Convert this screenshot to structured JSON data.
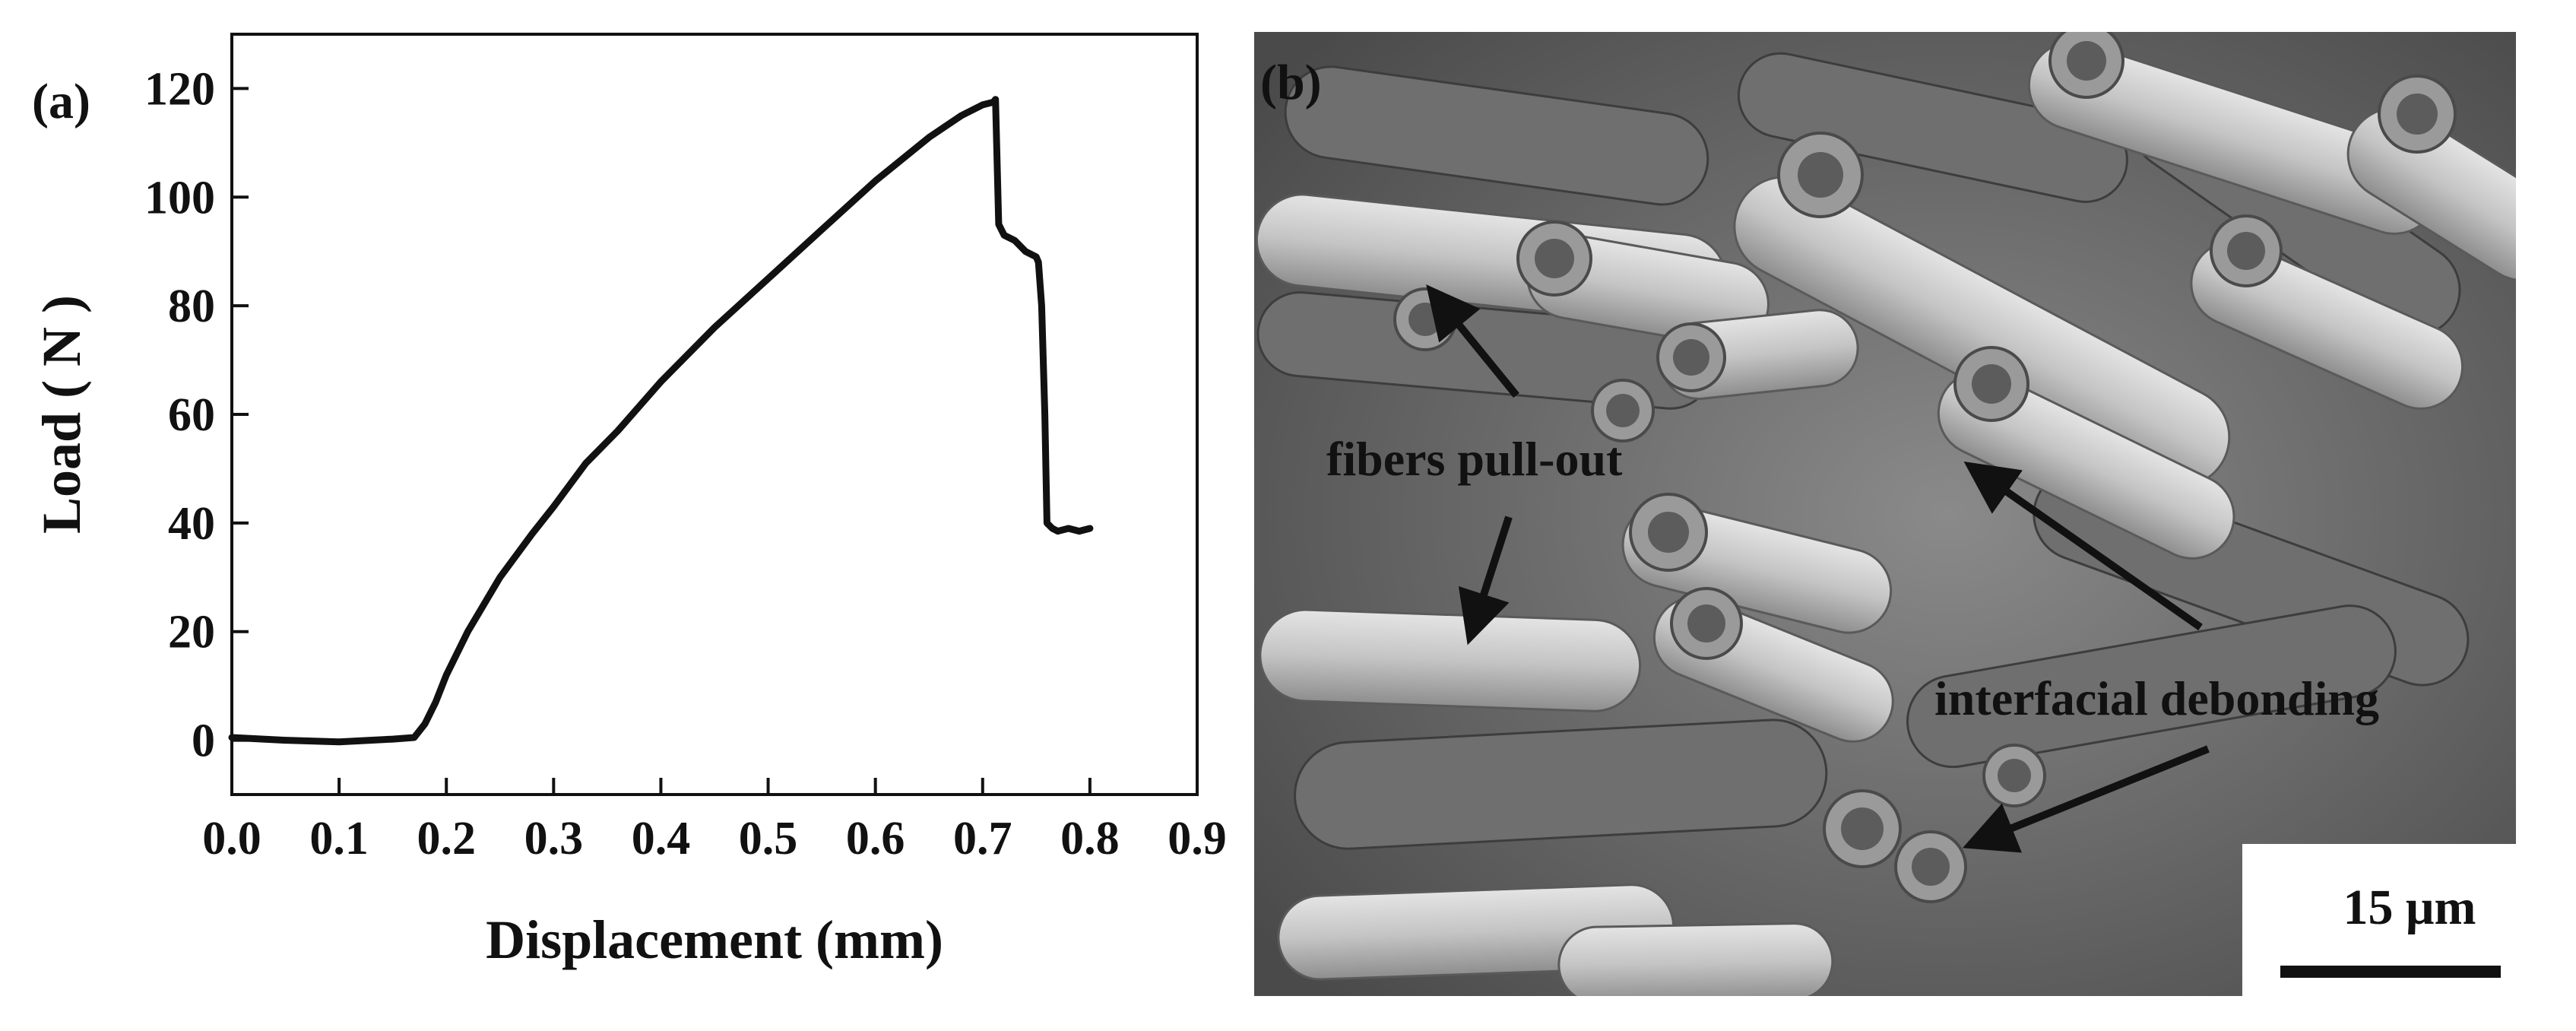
{
  "panel_a": {
    "label": "(a)",
    "chart_data": {
      "type": "line",
      "xlabel": "Displacement (mm)",
      "ylabel": "Load ( N )",
      "xlim": [
        0.0,
        0.9
      ],
      "ylim": [
        -10,
        130
      ],
      "xticks": [
        "0.0",
        "0.1",
        "0.2",
        "0.3",
        "0.4",
        "0.5",
        "0.6",
        "0.7",
        "0.8",
        "0.9"
      ],
      "yticks": [
        "0",
        "20",
        "40",
        "60",
        "80",
        "100",
        "120"
      ],
      "grid": false,
      "series": [
        {
          "x": [
            0.0,
            0.05,
            0.1,
            0.15,
            0.17,
            0.18,
            0.19,
            0.2,
            0.22,
            0.25,
            0.28,
            0.3,
            0.33,
            0.36,
            0.4,
            0.45,
            0.5,
            0.55,
            0.6,
            0.65,
            0.68,
            0.7,
            0.71,
            0.712,
            0.715,
            0.72,
            0.73,
            0.74,
            0.75,
            0.752,
            0.755,
            0.758,
            0.76,
            0.765,
            0.77,
            0.78,
            0.79,
            0.8
          ],
          "y": [
            0.5,
            0.0,
            -0.3,
            0.2,
            0.5,
            3,
            7,
            12,
            20,
            30,
            38,
            43,
            51,
            57,
            66,
            76,
            85,
            94,
            103,
            111,
            115,
            117,
            117.5,
            118,
            95,
            93,
            92,
            90,
            89,
            88,
            80,
            60,
            40,
            39,
            38.5,
            39,
            38.5,
            39
          ]
        }
      ]
    }
  },
  "panel_b": {
    "label": "(b)",
    "annotations": {
      "fibers": "fibers pull-out",
      "interfacial": "interfacial debonding"
    },
    "scale_bar": "15 μm"
  },
  "colors": {
    "line": "#111111",
    "sem_background": "#6a6a6a",
    "fiber": "#bdbdbd"
  }
}
